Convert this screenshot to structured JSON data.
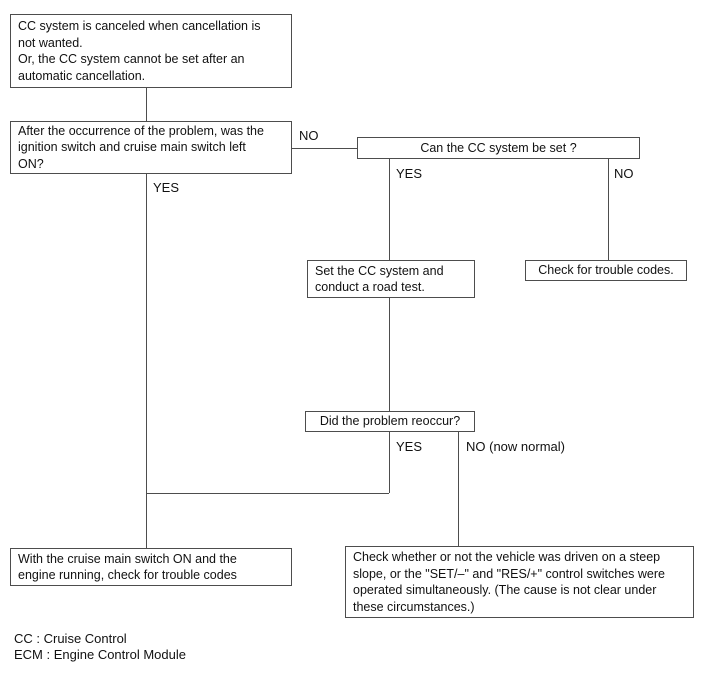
{
  "diagram": {
    "title_implicit": "CC system diagnostic flowchart",
    "colors": {
      "line": "#4d4d4d",
      "text": "#111111",
      "background": "#ffffff"
    },
    "boxes": {
      "problem": "CC system is canceled when cancellation is\nnot wanted.\nOr, the CC system cannot be set after an\nautomatic cancellation.",
      "ignition_question": "After the occurrence of the problem, was the\nignition switch and cruise main switch left\nON?",
      "cc_set_question": "Can the CC system be set ?",
      "road_test": "Set the CC system and\nconduct a road test.",
      "trouble_codes": "Check for trouble codes.",
      "reoccur_question": "Did the problem reoccur?",
      "engine_running_check": "With the cruise main switch ON and the\nengine running, check for trouble codes",
      "steep_slope_check": "Check whether or not the vehicle was driven on a steep\nslope, or the \"SET/–\" and \"RES/+\" control switches were\noperated simultaneously. (The cause is not clear under\nthese circumstances.)"
    },
    "labels": {
      "ignition_no": "NO",
      "ignition_yes": "YES",
      "cc_set_yes": "YES",
      "cc_set_no": "NO",
      "reoccur_yes": "YES",
      "reoccur_no": "NO (now normal)"
    },
    "legend": {
      "cc": "CC : Cruise Control",
      "ecm": "ECM : Engine Control Module"
    }
  }
}
